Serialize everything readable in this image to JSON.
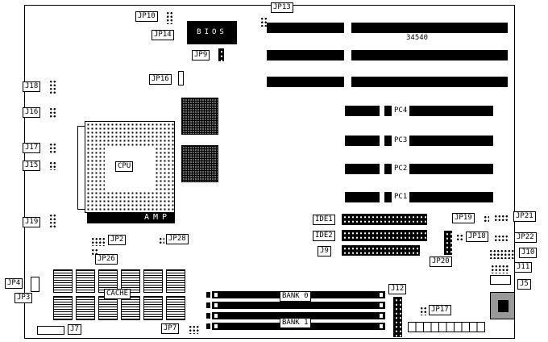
{
  "part_number": "34540",
  "chips": {
    "bios": "BIOS",
    "cpu": "CPU",
    "cpu_socket_brand": "AMP",
    "cache": "CACHE"
  },
  "memory": {
    "bank0": "BANK 0",
    "bank1": "BANK 1"
  },
  "pci_slots": {
    "pc1": "PC1",
    "pc2": "PC2",
    "pc3": "PC3",
    "pc4": "PC4"
  },
  "jumpers": {
    "jp2": "JP2",
    "jp3": "JP3",
    "jp4": "JP4",
    "jp7": "JP7",
    "jp9": "JP9",
    "jp10": "JP10",
    "jp13": "JP13",
    "jp14": "JP14",
    "jp16": "JP16",
    "jp17": "JP17",
    "jp18": "JP18",
    "jp19": "JP19",
    "jp20": "JP20",
    "jp21": "JP21",
    "jp22": "JP22",
    "jp26": "JP26",
    "jp28": "JP28"
  },
  "connectors": {
    "j5": "J5",
    "j7": "J7",
    "j9": "J9",
    "j10": "J10",
    "j11": "J11",
    "j12": "J12",
    "j15": "J15",
    "j16": "J16",
    "j17": "J17",
    "j18": "J18",
    "j19": "J19",
    "ide1": "IDE1",
    "ide2": "IDE2"
  }
}
